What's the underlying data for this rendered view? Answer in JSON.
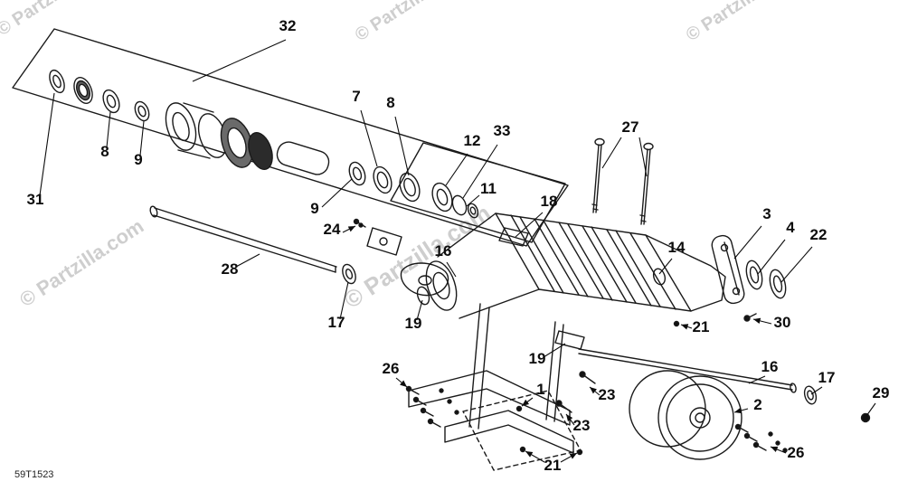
{
  "diagram": {
    "code": "59T1523",
    "watermark": "© Partzilla.com",
    "callouts": [
      "32",
      "7",
      "8",
      "12",
      "33",
      "11",
      "18",
      "27",
      "3",
      "4",
      "22",
      "9",
      "24",
      "9",
      "8",
      "31",
      "28",
      "16",
      "14",
      "17",
      "19",
      "21",
      "30",
      "19",
      "16",
      "17",
      "29",
      "2",
      "23",
      "23",
      "26",
      "26",
      "21",
      "1"
    ]
  }
}
